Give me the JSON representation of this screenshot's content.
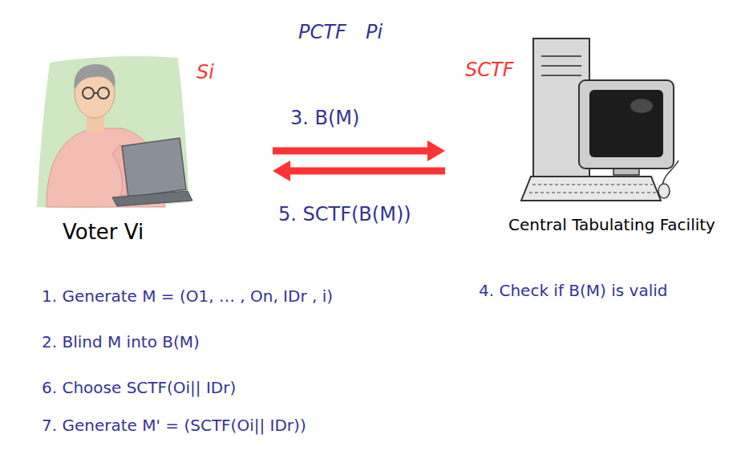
{
  "diagram": {
    "nodes": [
      {
        "text": [
          "Voter Vi"
        ]
      },
      {
        "text": [
          "Central Tabulating Facility"
        ]
      }
    ],
    "edges": [
      {
        "from": 0,
        "to": 1,
        "arrow": "to",
        "label": "3. B(M)"
      },
      {
        "from": 1,
        "to": 0,
        "arrow": "to",
        "label": "5. SCTF(B(M))"
      }
    ],
    "labels": [
      "PCTF",
      "Pi",
      "Si",
      "SCTF",
      "1. Generate M = (O1, … , On, IDr , i)",
      "2. Blind M into B(M)",
      "6. Choose SCTF(Oi|| IDr)",
      "7. Generate M' = (SCTF(Oi|| IDr))",
      "4. Check if B(M) is valid"
    ]
  }
}
